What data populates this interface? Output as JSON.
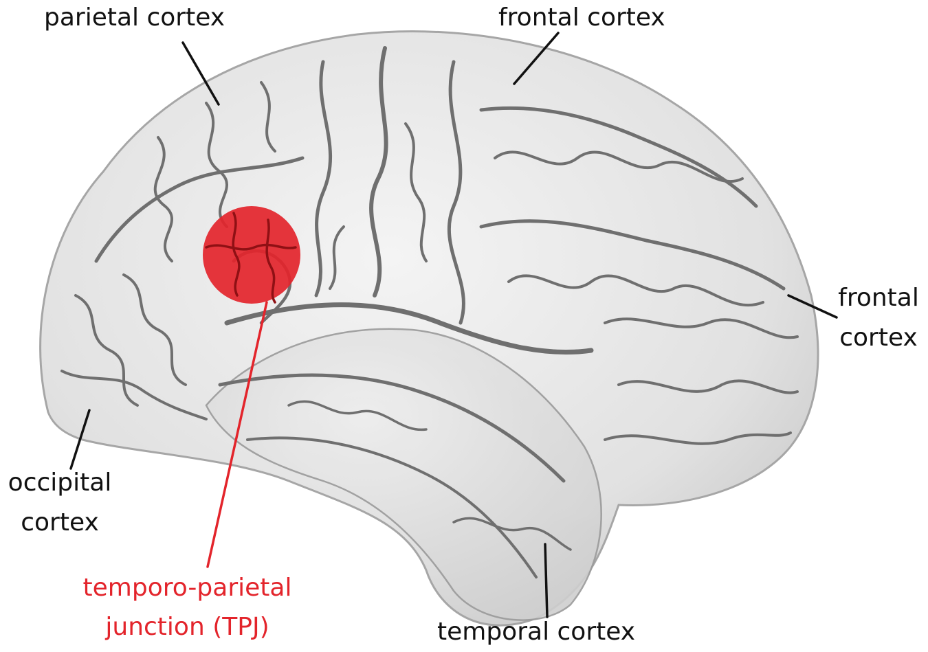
{
  "colors": {
    "brain_fill": "#e6e6e6",
    "brain_edge": "#a6a6a6",
    "sulcus": "#6f6f6f",
    "leader_line": "#111111",
    "highlight": "#e3242b"
  },
  "labels": {
    "parietal": "parietal cortex",
    "frontal_top": "frontal cortex",
    "frontal_right_1": "frontal",
    "frontal_right_2": "cortex",
    "occipital_1": "occipital",
    "occipital_2": "cortex",
    "temporal": "temporal cortex",
    "tpj_1": "temporo-parietal",
    "tpj_2": "junction (TPJ)"
  }
}
